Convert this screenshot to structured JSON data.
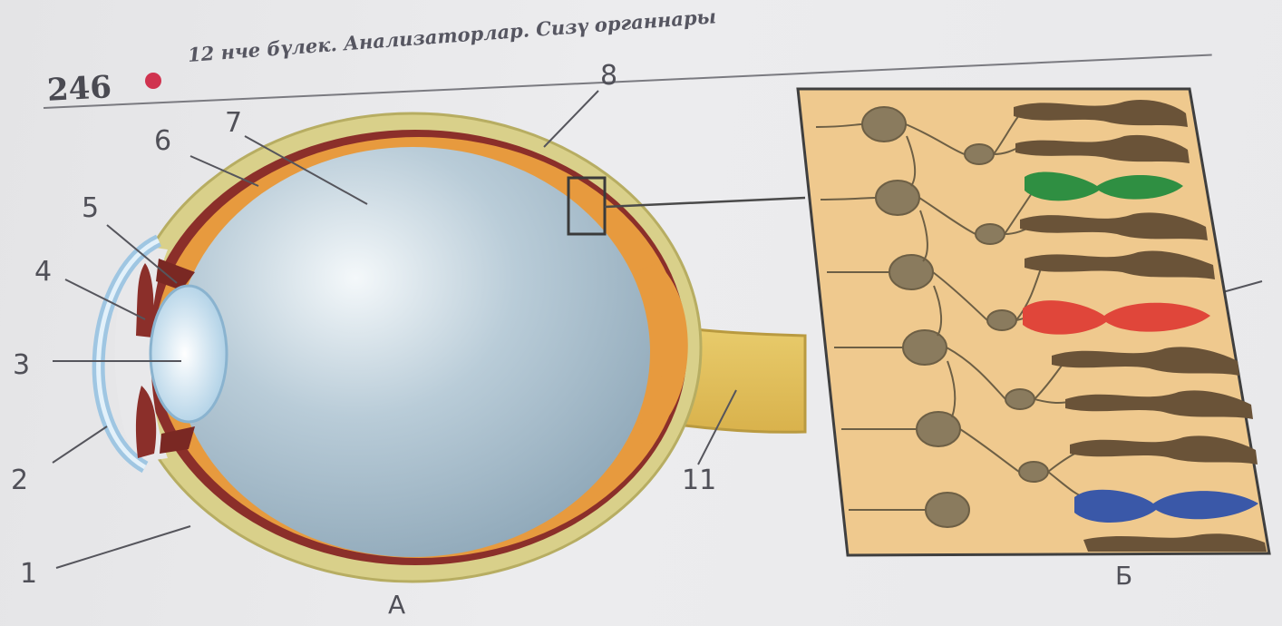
{
  "header": {
    "page_number": "246",
    "chapter_title": "12 нче бүлек. Анализаторлар. Сизү органнары"
  },
  "labels": [
    "1",
    "2",
    "3",
    "4",
    "5",
    "6",
    "7",
    "8",
    "11"
  ],
  "captions": {
    "a": "А",
    "b": "Б"
  },
  "colors": {
    "sclera": "#d9d08a",
    "choroid": "#8b2f2a",
    "retina": "#e79a3e",
    "vitreous": "#a9c0cf",
    "lens": "#cfe4f2",
    "optic_nerve": "#e2c260",
    "retina_panel": "#efc98e",
    "cone_green": "#2f8f42",
    "cone_red": "#e0463a",
    "cone_blue": "#3a58a8",
    "rod": "#6a5338"
  }
}
